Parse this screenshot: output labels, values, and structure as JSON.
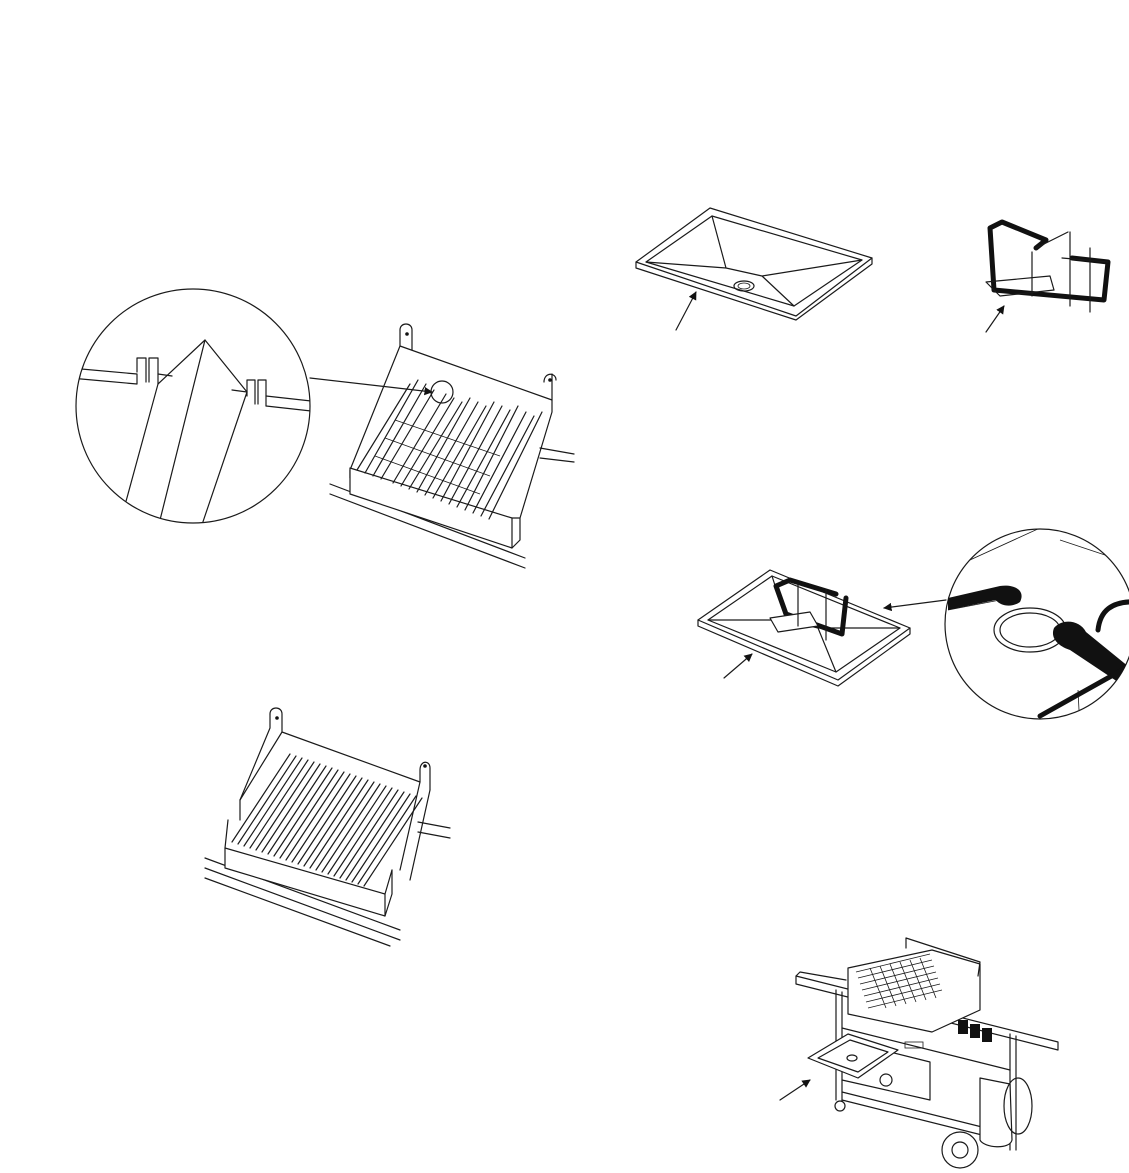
{
  "figure": {
    "panels": [
      {
        "id": "grate-detail-callout"
      },
      {
        "id": "grate-tray-assembled"
      },
      {
        "id": "catch-pan"
      },
      {
        "id": "drip-pan-holder"
      },
      {
        "id": "catch-pan-with-holder-detail"
      },
      {
        "id": "grill-cart-overview"
      }
    ]
  }
}
